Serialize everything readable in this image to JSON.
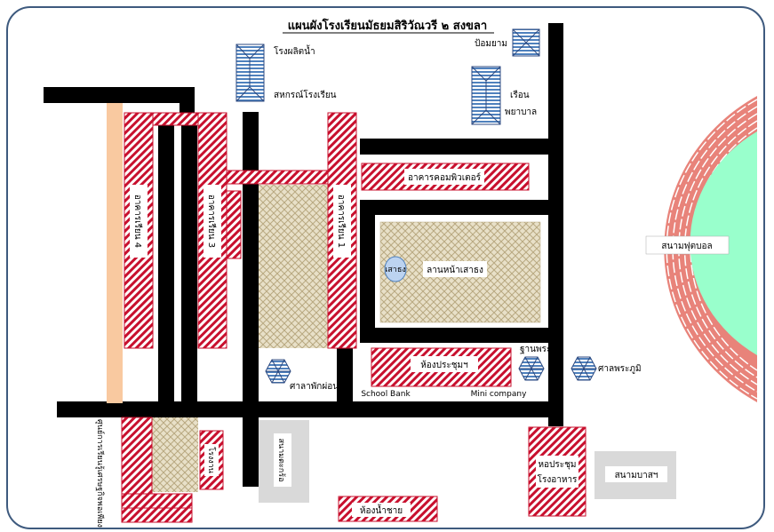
{
  "title": "แผนผังโรงเรียนมัธยมสิริวัณวรี ๒ สงขลา",
  "labels": {
    "water_plant": "โรงผลิตน้ำ",
    "coop": "สหกรณ์โรงเรียน",
    "guard_room": "ป้อมยาม",
    "nurse_1": "เรือน",
    "nurse_2": "พยาบาล",
    "computer_bldg": "อาคารคอมพิวเตอร์",
    "bldg_1": "อาคารเรียน 1",
    "bldg_3": "อาคารเรียน 3",
    "bldg_4": "อาคารเรียน 4",
    "flagpole": "เสาธง",
    "flag_court": "ลานหน้าเสาธง",
    "meeting_room": "ห้องประชุมฯ",
    "school_bank": "School Bank",
    "mini_company": "Mini company",
    "shrine_base": "ฐานพระ",
    "spirit_house": "ศาลพระภูมิ",
    "pavilion": "ศาลาพักผ่อน",
    "football": "สนามฟุตบอล",
    "volleyball": "สนามบาสฯ",
    "basketball": "สนามตะกร้อ",
    "canteen_1": "หอประชุม",
    "canteen_2": "โรงอาหาร",
    "restroom": "ห้องน้ำชาย",
    "agri": "โรงงาน",
    "multi": "ศูนย์การเรียนรู้เศรษฐกิจพอเพียง"
  }
}
